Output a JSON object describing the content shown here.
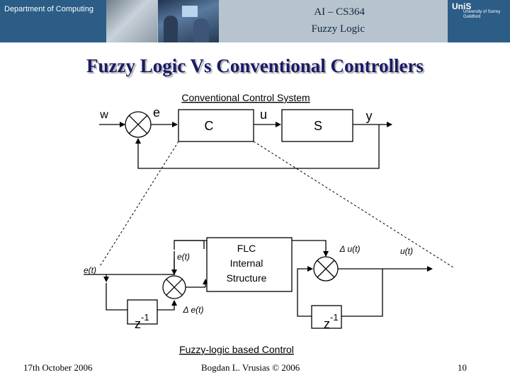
{
  "header": {
    "department": "Department of Computing",
    "course_line1": "AI – CS364",
    "course_line2": "Fuzzy Logic",
    "logo_brand": "UniS",
    "logo_line1": "University of Surrey",
    "logo_line2": "Guildford"
  },
  "slide": {
    "title": "Fuzzy Logic Vs Conventional Controllers"
  },
  "diagram": {
    "top_caption": "Conventional Control System",
    "top_labels": {
      "w": "w",
      "e": "e",
      "C": "C",
      "u": "u",
      "S": "S",
      "y": "y"
    },
    "bottom_caption": "Fuzzy-logic based Control",
    "fuzzy_box": [
      "FLC",
      "Internal",
      "Structure"
    ],
    "bottom_labels": {
      "e_t_left": "e(t)",
      "e_t_inner": "e(t)",
      "delta_e": "Δ e(t)",
      "delta_u": "Δ u(t)",
      "u_t": "u(t)",
      "z_left": "z",
      "z_left_exp": "-1",
      "z_right": "z",
      "z_right_exp": "-1"
    }
  },
  "footer": {
    "date": "17th October 2006",
    "author": "Bogdan L. Vrusias © 2006",
    "page": "10"
  }
}
